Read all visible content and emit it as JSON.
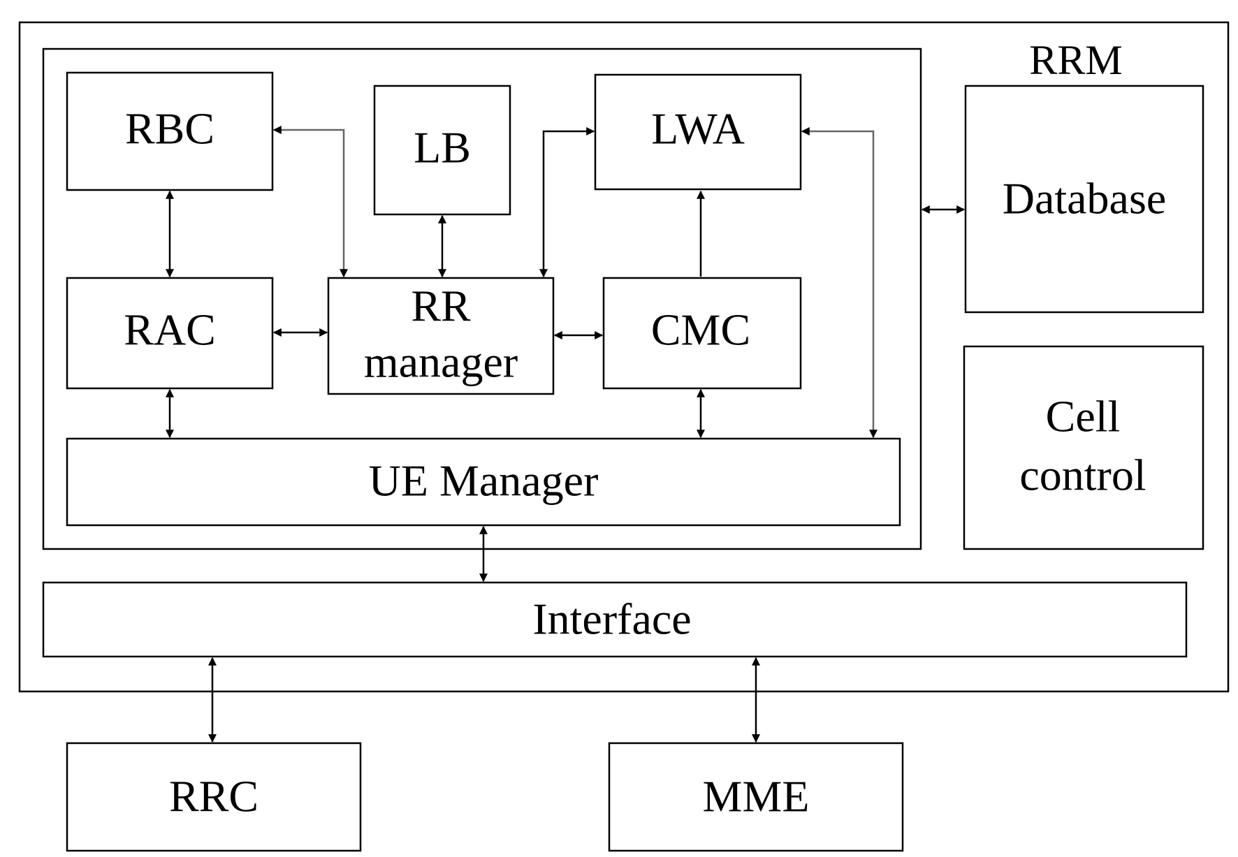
{
  "title": "RRM",
  "blocks": {
    "rbc": "RBC",
    "lb": "LB",
    "lwa": "LWA",
    "rac": "RAC",
    "rr_manager_line1": "RR",
    "rr_manager_line2": "manager",
    "cmc": "CMC",
    "ue_manager": "UE Manager",
    "database": "Database",
    "cell_control_line1": "Cell",
    "cell_control_line2": "control",
    "interface": "Interface",
    "rrc": "RRC",
    "mme": "MME"
  },
  "connections": [
    {
      "from": "RBC",
      "to": "RR manager",
      "direction": "bidirectional"
    },
    {
      "from": "RBC",
      "to": "RAC",
      "direction": "bidirectional"
    },
    {
      "from": "LB",
      "to": "RR manager",
      "direction": "bidirectional"
    },
    {
      "from": "LWA",
      "to": "RR manager",
      "direction": "bidirectional"
    },
    {
      "from": "CMC",
      "to": "LWA",
      "direction": "unidirectional"
    },
    {
      "from": "LWA",
      "to": "UE Manager",
      "direction": "bidirectional"
    },
    {
      "from": "RAC",
      "to": "RR manager",
      "direction": "bidirectional"
    },
    {
      "from": "RR manager",
      "to": "CMC",
      "direction": "bidirectional"
    },
    {
      "from": "RAC",
      "to": "UE Manager",
      "direction": "bidirectional"
    },
    {
      "from": "CMC",
      "to": "UE Manager",
      "direction": "bidirectional"
    },
    {
      "from": "UE Manager",
      "to": "Interface",
      "direction": "bidirectional"
    },
    {
      "from": "Inner block",
      "to": "Database",
      "direction": "bidirectional"
    },
    {
      "from": "Interface",
      "to": "RRC",
      "direction": "bidirectional"
    },
    {
      "from": "Interface",
      "to": "MME",
      "direction": "bidirectional"
    }
  ]
}
